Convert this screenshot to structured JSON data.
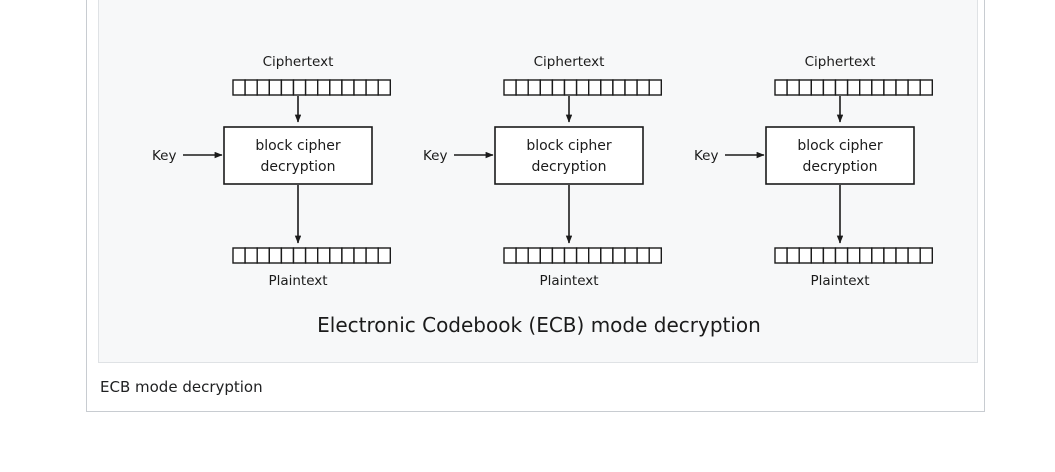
{
  "figure": {
    "caption": "ECB mode decryption",
    "title": "Electronic Codebook (ECB) mode decryption",
    "background_color": "#f7f8f9",
    "border_color": "#c8ccd1",
    "stroke_color": "#1b1b1b",
    "block_segments": 13,
    "panels": [
      {
        "id": "panel-1",
        "input_label": "Ciphertext",
        "key_label": "Key",
        "cipher_label_line1": "block cipher",
        "cipher_label_line2": "decryption",
        "output_label": "Plaintext"
      },
      {
        "id": "panel-2",
        "input_label": "Ciphertext",
        "key_label": "Key",
        "cipher_label_line1": "block cipher",
        "cipher_label_line2": "decryption",
        "output_label": "Plaintext"
      },
      {
        "id": "panel-3",
        "input_label": "Ciphertext",
        "key_label": "Key",
        "cipher_label_line1": "block cipher",
        "cipher_label_line2": "decryption",
        "output_label": "Plaintext"
      }
    ]
  }
}
